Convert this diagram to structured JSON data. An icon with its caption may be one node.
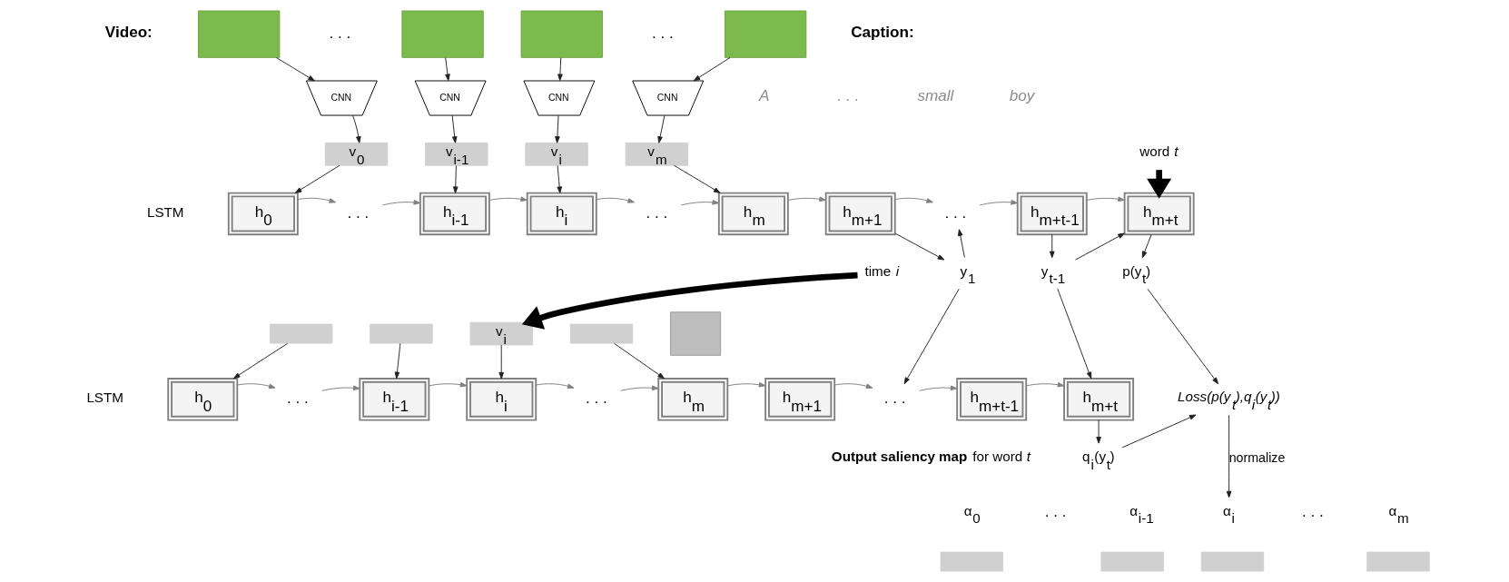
{
  "diagram": {
    "nodes": [
      {
        "text": [],
        "shape": "box"
      },
      {
        "text": [],
        "shape": "box"
      },
      {
        "text": [],
        "shape": "box"
      },
      {
        "text": [],
        "shape": "box"
      },
      {
        "text": [
          "CNN"
        ]
      },
      {
        "text": [
          "CNN"
        ]
      },
      {
        "text": [
          "CNN"
        ]
      },
      {
        "text": [
          "CNN"
        ]
      },
      {
        "text": [
          "v$_{0}$"
        ]
      },
      {
        "text": [
          "v$_{i-1}$"
        ]
      },
      {
        "text": [
          "v$_{i}$"
        ]
      },
      {
        "text": [
          "v$_{m}$"
        ]
      },
      {
        "text": [
          "h$_{0}$"
        ]
      },
      {
        "text": [
          ". . ."
        ]
      },
      {
        "text": [
          "h$_{i-1}$"
        ]
      },
      {
        "text": [
          "h$_{i}$"
        ]
      },
      {
        "text": [
          ". . ."
        ]
      },
      {
        "text": [
          "h$_{m}$"
        ]
      },
      {
        "text": [
          "h$_{m+1}$"
        ]
      },
      {
        "text": [
          ". . ."
        ]
      },
      {
        "text": [
          "h$_{m+t-1}$"
        ]
      },
      {
        "text": [
          "h$_{m+t}$"
        ]
      },
      {
        "text": [
          "word *t*"
        ]
      },
      {
        "text": [
          "y$_{1}$"
        ]
      },
      {
        "text": [
          "y$_{t-1}$"
        ]
      },
      {
        "text": [
          "p(y$_{t}$)"
        ]
      },
      {
        "text": [
          "time *i*"
        ]
      },
      {
        "text": [],
        "shape": "bar"
      },
      {
        "text": [],
        "shape": "bar"
      },
      {
        "text": [
          "v$_{i}$"
        ]
      },
      {
        "text": [],
        "shape": "bar"
      },
      {
        "text": [
          "h$_{0}$"
        ]
      },
      {
        "text": [
          ". . ."
        ]
      },
      {
        "text": [
          "h$_{i-1}$"
        ]
      },
      {
        "text": [
          "h$_{i}$"
        ]
      },
      {
        "text": [
          ". . ."
        ]
      },
      {
        "text": [
          "h$_{m}$"
        ]
      },
      {
        "text": [
          "h$_{m+1}$"
        ]
      },
      {
        "text": [
          ". . ."
        ]
      },
      {
        "text": [
          "h$_{m+t-1}$"
        ]
      },
      {
        "text": [
          "h$_{m+t}$"
        ]
      },
      {
        "text": [
          "q$_{i}$(y$_{t}$)"
        ]
      },
      {
        "text": [],
        "shape": "box"
      },
      {
        "text": [
          "Loss(p(y$_{t}$),q$_{i}$(y$_{t}$))"
        ]
      },
      {
        "text": [
          "α$_{0}$"
        ]
      },
      {
        "text": [
          "α$_{i-1}$"
        ]
      },
      {
        "text": [
          "α$_{i}$"
        ]
      },
      {
        "text": [
          "α$_{m}$"
        ]
      },
      {
        "text": [],
        "shape": "bar"
      },
      {
        "text": [],
        "shape": "bar"
      },
      {
        "text": [],
        "shape": "bar"
      },
      {
        "text": [],
        "shape": "bar"
      }
    ],
    "edges": [
      {
        "from": 0,
        "to": 4,
        "arrow": "to"
      },
      {
        "from": 1,
        "to": 5,
        "arrow": "to"
      },
      {
        "from": 2,
        "to": 6,
        "arrow": "to"
      },
      {
        "from": 3,
        "to": 7,
        "arrow": "to"
      },
      {
        "from": 4,
        "to": 8,
        "arrow": "to"
      },
      {
        "from": 5,
        "to": 9,
        "arrow": "to"
      },
      {
        "from": 6,
        "to": 10,
        "arrow": "to"
      },
      {
        "from": 7,
        "to": 11,
        "arrow": "to"
      },
      {
        "from": 8,
        "to": 12,
        "arrow": "to"
      },
      {
        "from": 9,
        "to": 14,
        "arrow": "to"
      },
      {
        "from": 10,
        "to": 15,
        "arrow": "to"
      },
      {
        "from": 11,
        "to": 17,
        "arrow": "to"
      },
      {
        "from": 12,
        "to": 13,
        "arrow": "to",
        "color": "#808080"
      },
      {
        "from": 13,
        "to": 14,
        "arrow": "to",
        "color": "#808080"
      },
      {
        "from": 14,
        "to": 15,
        "arrow": "to",
        "color": "#808080"
      },
      {
        "from": 15,
        "to": 16,
        "arrow": "to",
        "color": "#808080"
      },
      {
        "from": 16,
        "to": 17,
        "arrow": "to",
        "color": "#808080"
      },
      {
        "from": 17,
        "to": 18,
        "arrow": "to",
        "color": "#808080"
      },
      {
        "from": 18,
        "to": 19,
        "arrow": "to",
        "color": "#808080"
      },
      {
        "from": 19,
        "to": 20,
        "arrow": "to",
        "color": "#808080"
      },
      {
        "from": 20,
        "to": 21,
        "arrow": "to",
        "color": "#808080"
      },
      {
        "from": 22,
        "to": 21,
        "arrow": "to",
        "style": "thick"
      },
      {
        "from": 18,
        "to": 23,
        "arrow": "to"
      },
      {
        "from": 20,
        "to": 24,
        "arrow": "to"
      },
      {
        "from": 21,
        "to": 25,
        "arrow": "to"
      },
      {
        "from": 23,
        "to": 19,
        "arrow": "to"
      },
      {
        "from": 23,
        "to": 38,
        "arrow": "to"
      },
      {
        "from": 24,
        "to": 21,
        "arrow": "to"
      },
      {
        "from": 24,
        "to": 40,
        "arrow": "to"
      },
      {
        "from": 26,
        "to": 29,
        "arrow": "to",
        "style": "thick"
      },
      {
        "from": 27,
        "to": 31,
        "arrow": "to"
      },
      {
        "from": 28,
        "to": 33,
        "arrow": "to"
      },
      {
        "from": 29,
        "to": 34,
        "arrow": "to"
      },
      {
        "from": 30,
        "to": 36,
        "arrow": "to"
      },
      {
        "from": 31,
        "to": 32,
        "arrow": "to",
        "color": "#808080"
      },
      {
        "from": 32,
        "to": 33,
        "arrow": "to",
        "color": "#808080"
      },
      {
        "from": 33,
        "to": 34,
        "arrow": "to",
        "color": "#808080"
      },
      {
        "from": 34,
        "to": 35,
        "arrow": "to",
        "color": "#808080"
      },
      {
        "from": 35,
        "to": 36,
        "arrow": "to",
        "color": "#808080"
      },
      {
        "from": 36,
        "to": 37,
        "arrow": "to",
        "color": "#808080"
      },
      {
        "from": 37,
        "to": 38,
        "arrow": "to",
        "color": "#808080"
      },
      {
        "from": 38,
        "to": 39,
        "arrow": "to",
        "color": "#808080"
      },
      {
        "from": 39,
        "to": 40,
        "arrow": "to",
        "color": "#808080"
      },
      {
        "from": 40,
        "to": 41,
        "arrow": "to"
      },
      {
        "from": 25,
        "to": 43,
        "arrow": "to"
      },
      {
        "from": 41,
        "to": 43,
        "arrow": "to"
      },
      {
        "from": 43,
        "to": 46,
        "arrow": "to",
        "label": "normalize"
      }
    ],
    "labels": [
      "Video:",
      ". . .",
      ". . .",
      "Caption:",
      "A",
      ". . .",
      "small",
      "boy",
      "LSTM",
      "LSTM",
      "**Output saliency map** for word *t*",
      ". . .",
      ". . ."
    ]
  }
}
